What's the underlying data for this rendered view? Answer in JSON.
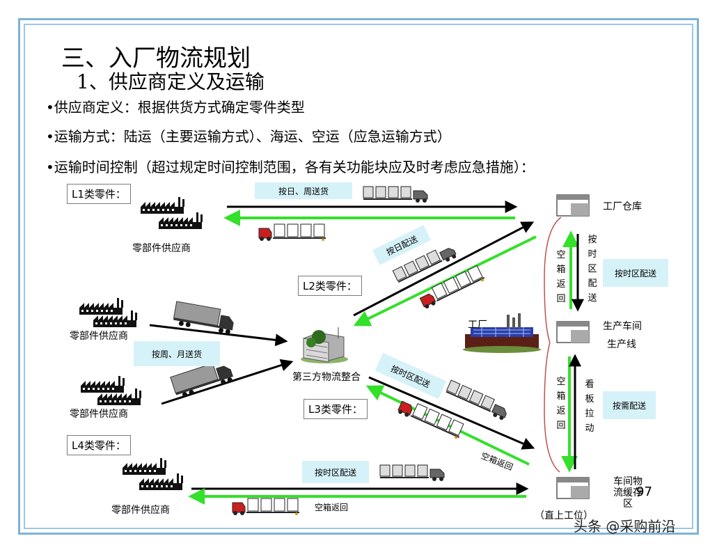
{
  "title": "三、入厂物流规划",
  "subtitle": "1、供应商定义及运输",
  "bullets": [
    "•供应商定义：根据供货方式确定零件类型",
    "•运输方式：陆运（主要运输方式）、海运、空运（应急运输方式）",
    "•运输时间控制（超过规定时间控制范围，各有关功能块应及时考虑应急措施）："
  ],
  "categories": {
    "l1": "L1类零件：",
    "l2": "L2类零件：",
    "l3": "L3类零件：",
    "l4": "L4类零件："
  },
  "supplier_label": "零部件供应商",
  "hub_label": "第三方物流整合",
  "factory_label": "工厂",
  "warehouse_label": "工厂仓库",
  "workshop_label_1": "生产车间",
  "workshop_label_2": "生产线",
  "buffer_label": "车间物流缓存区",
  "direct_label": "（直上工位）",
  "delivery_labels": {
    "daily_weekly": "按日、周送货",
    "daily_delivery": "按日配送",
    "weekly_monthly": "按周、月送货",
    "timed_delivery": "按时区配送",
    "on_demand": "按需配送",
    "empty_return": "空箱返回"
  },
  "vertical_labels": {
    "empty_return": "空箱返回",
    "timed": "按时区配送",
    "kanban": "看板拉动"
  },
  "page_number": "97",
  "watermark": "头条 @采购前沿",
  "colors": {
    "green": "#33e02a",
    "black": "#000000",
    "cyan_box": "#d6f2f9",
    "frame": "#7fb2d6",
    "loop": "#c0504d"
  }
}
